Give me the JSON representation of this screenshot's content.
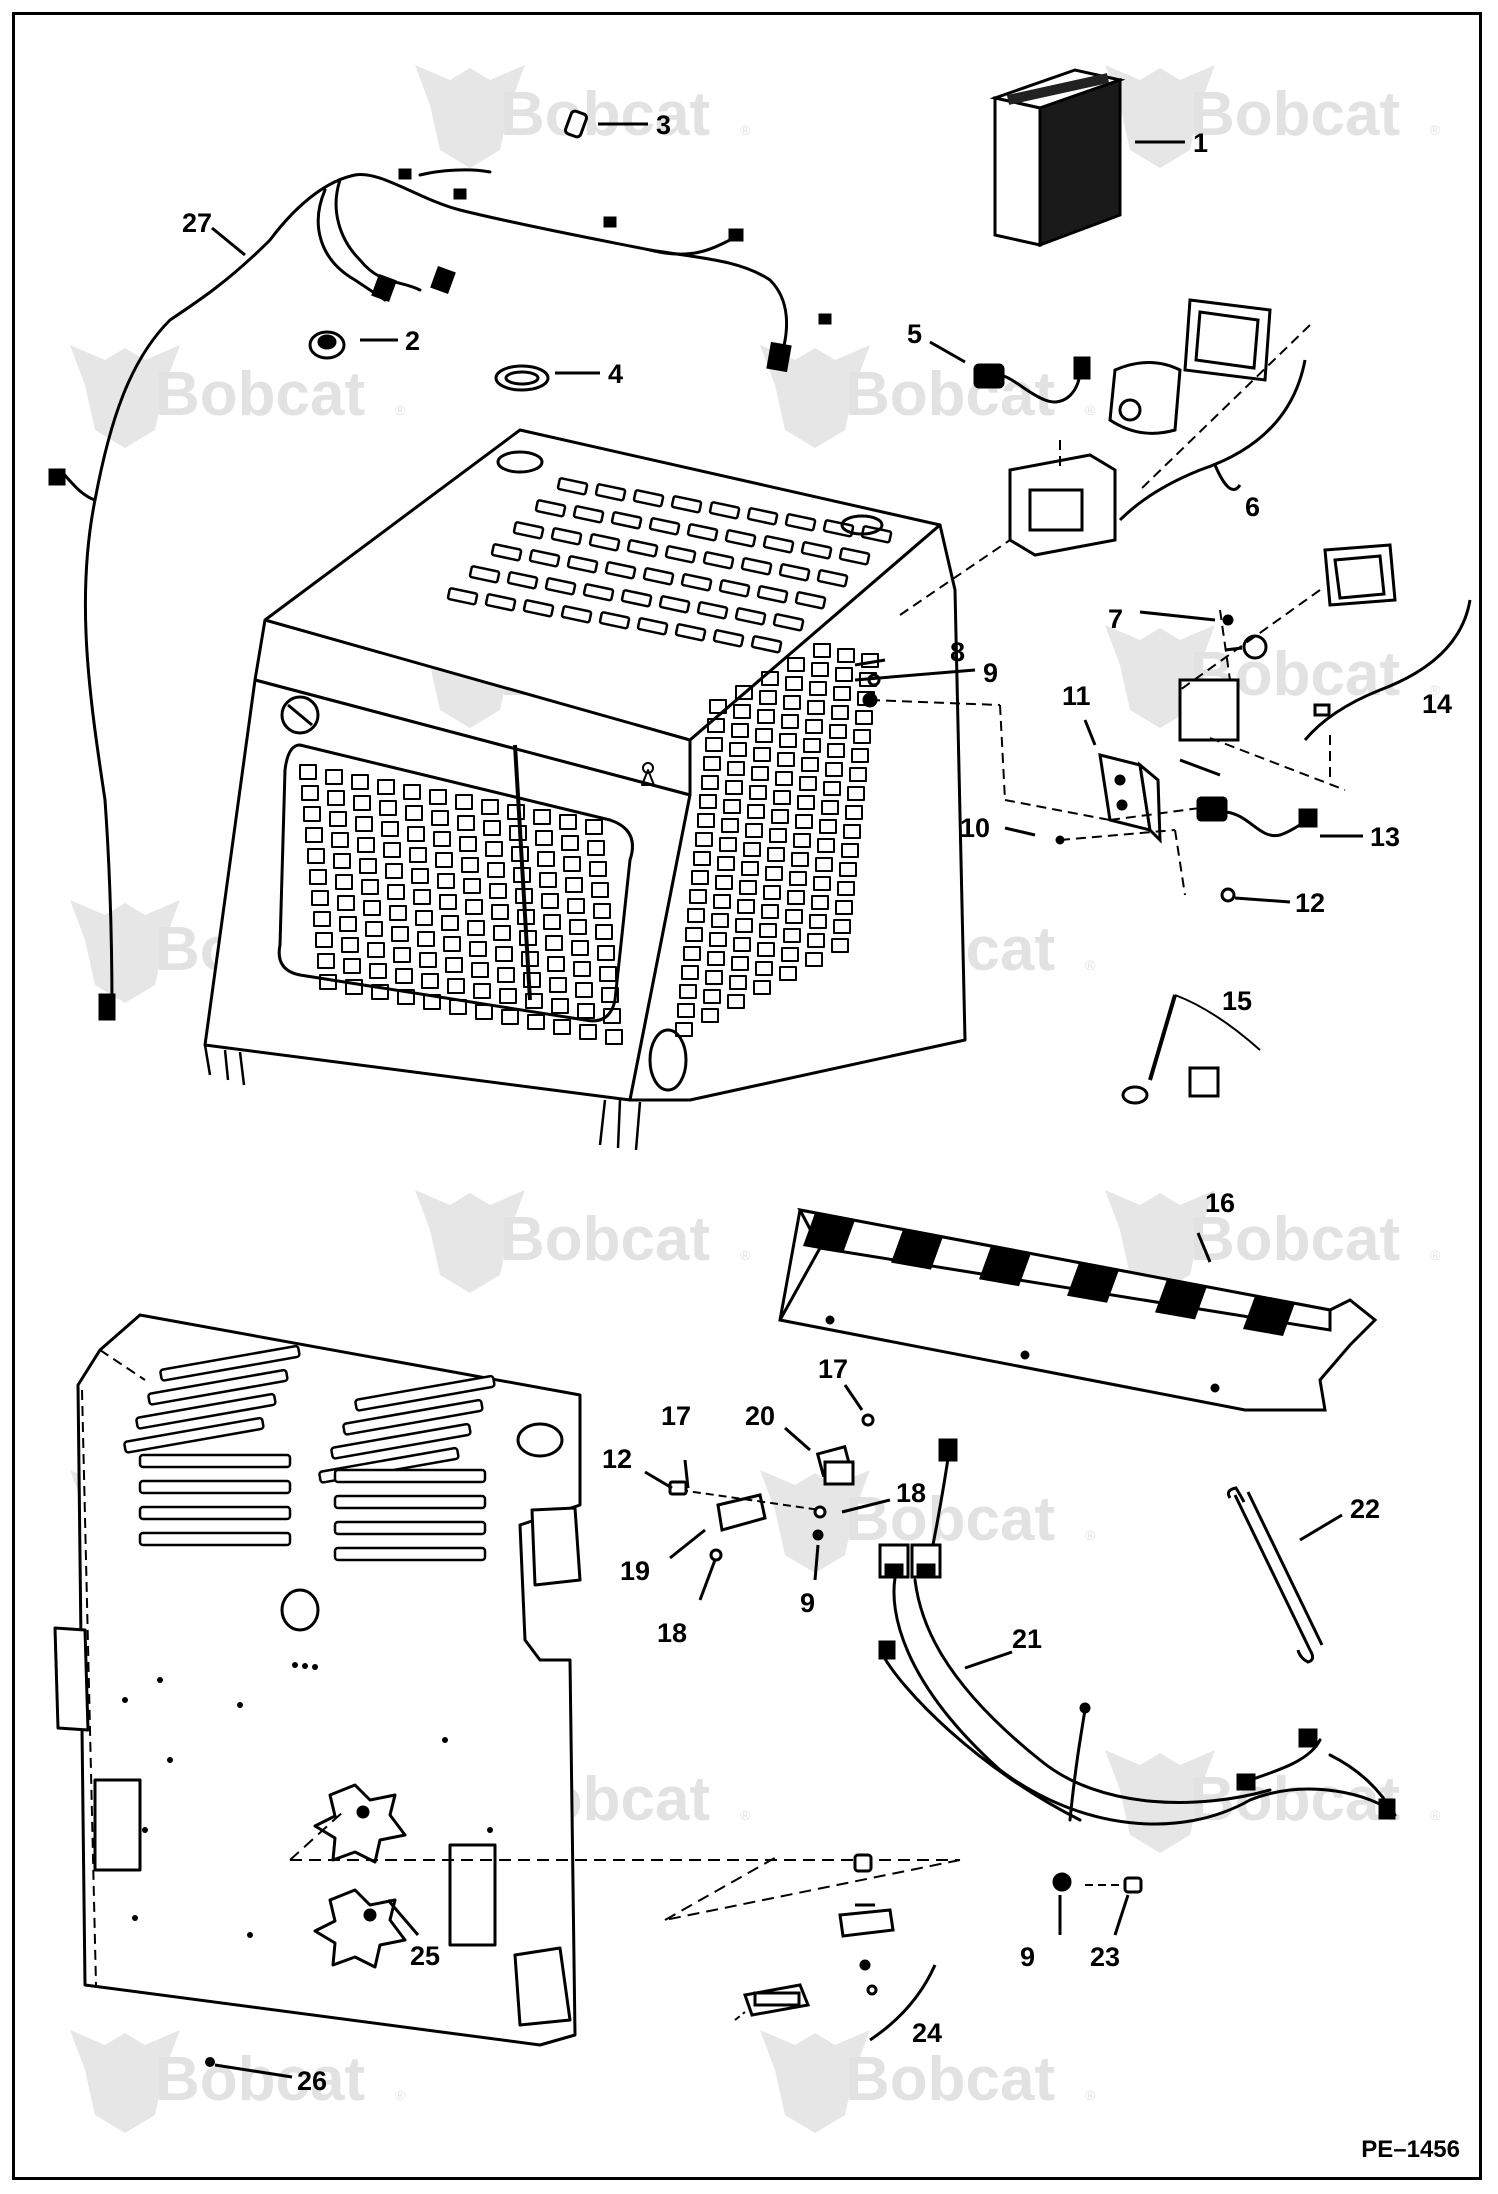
{
  "watermark": {
    "brand": "Bobcat"
  },
  "figure_ref": "PE–1456",
  "callouts": [
    {
      "num": "1"
    },
    {
      "num": "2"
    },
    {
      "num": "3"
    },
    {
      "num": "4"
    },
    {
      "num": "5"
    },
    {
      "num": "6"
    },
    {
      "num": "7"
    },
    {
      "num": "8"
    },
    {
      "num": "9"
    },
    {
      "num": "10"
    },
    {
      "num": "11"
    },
    {
      "num": "12"
    },
    {
      "num": "13"
    },
    {
      "num": "14"
    },
    {
      "num": "15"
    },
    {
      "num": "16"
    },
    {
      "num": "17"
    },
    {
      "num": "17"
    },
    {
      "num": "12"
    },
    {
      "num": "20"
    },
    {
      "num": "18"
    },
    {
      "num": "19"
    },
    {
      "num": "9"
    },
    {
      "num": "18"
    },
    {
      "num": "22"
    },
    {
      "num": "21"
    },
    {
      "num": "9"
    },
    {
      "num": "23"
    },
    {
      "num": "24"
    },
    {
      "num": "25"
    },
    {
      "num": "26"
    },
    {
      "num": "27"
    }
  ]
}
